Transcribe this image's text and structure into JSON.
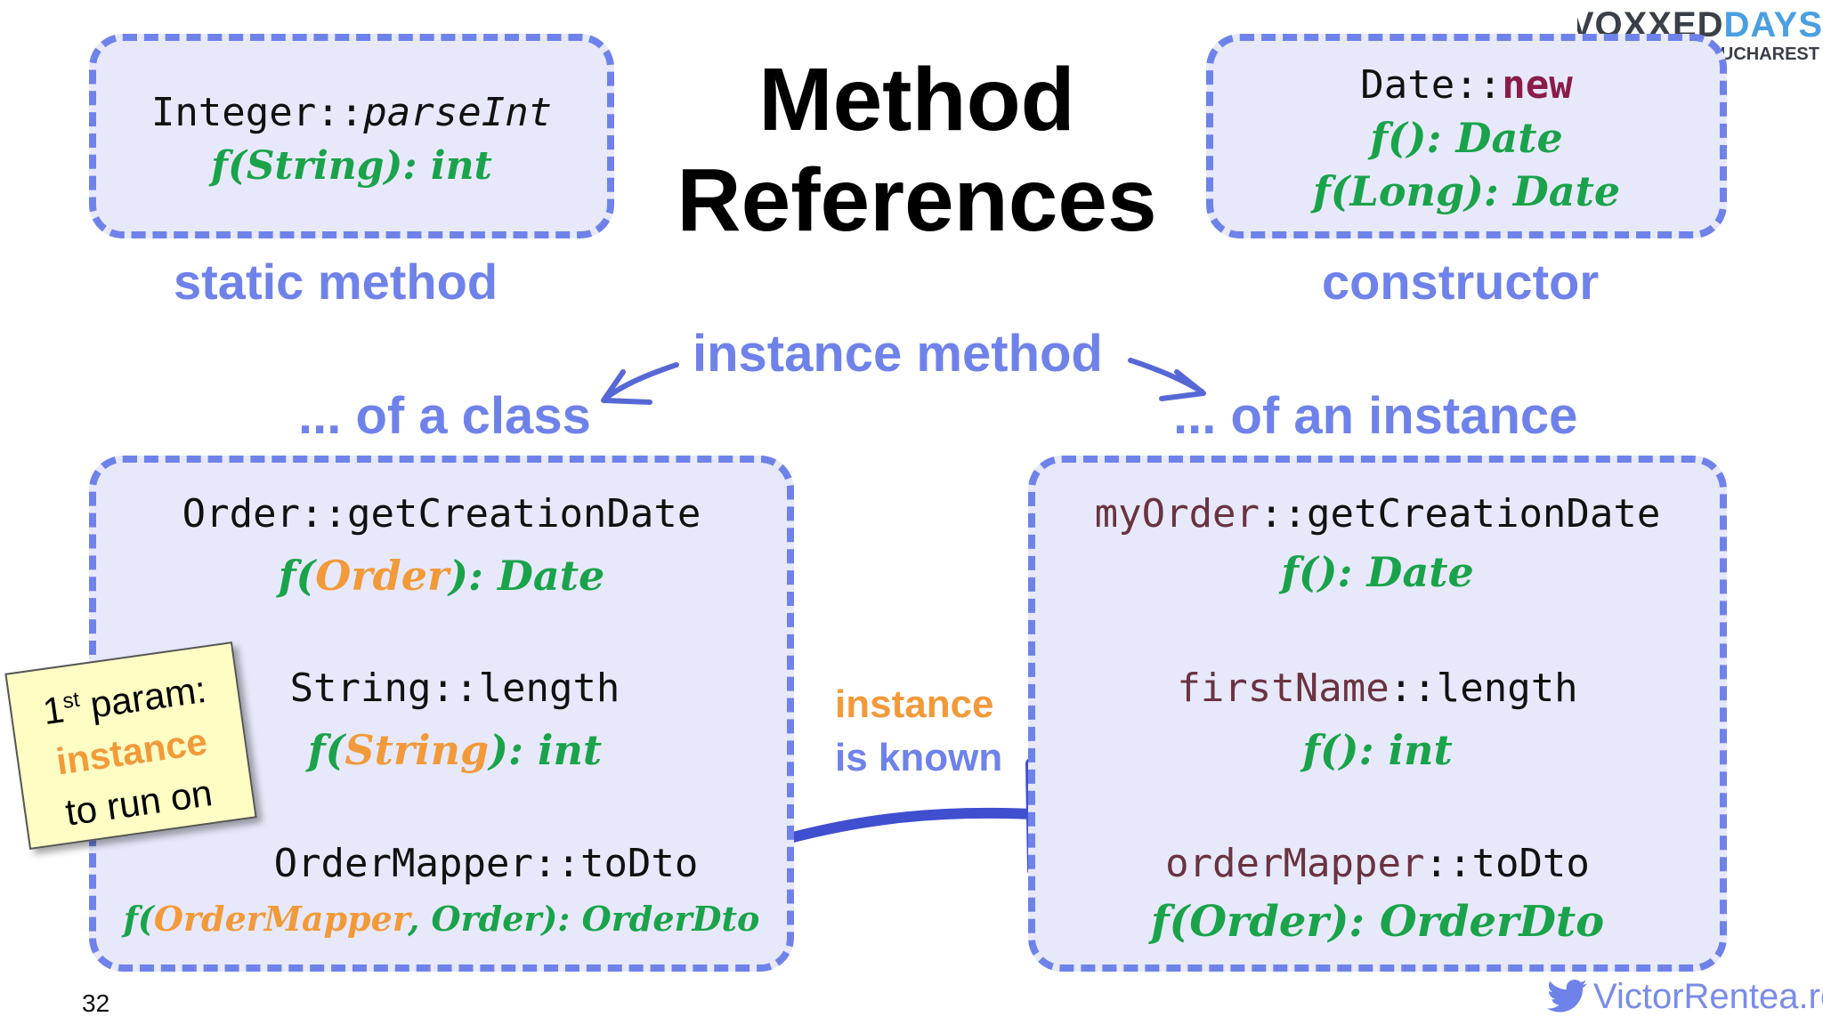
{
  "title_line1": "Method",
  "title_line2": "References",
  "logo": {
    "part1": "VOXXED",
    "part2": "DAYS",
    "city": "UCHAREST"
  },
  "static_box": {
    "code_class": "Integer",
    "code_sep": "::",
    "code_method": "parseInt",
    "sig_prefix": "f(",
    "sig_arg": "String",
    "sig_suffix": "): int"
  },
  "constructor_box": {
    "code_class": "Date",
    "code_sep": "::",
    "code_method": "new",
    "sig1": "f(): Date",
    "sig2_prefix": "f(",
    "sig2_arg": "Long",
    "sig2_suffix": "): Date"
  },
  "labels": {
    "static": "static method",
    "constructor": "constructor",
    "instance": "instance method",
    "of_class": "... of a class",
    "of_instance": "... of an instance"
  },
  "class_box": {
    "rows": [
      {
        "code": "Order::getCreationDate",
        "sig_prefix": "f(",
        "sig_arg": "Order",
        "sig_suffix": "): Date"
      },
      {
        "code": "String::length",
        "sig_prefix": "f(",
        "sig_arg": "String",
        "sig_suffix": "): int"
      },
      {
        "code": "OrderMapper::toDto",
        "sig_prefix": "f(",
        "sig_arg": "OrderMapper",
        "sig_mid": ", Order",
        "sig_suffix": "): OrderDto"
      }
    ]
  },
  "instance_box": {
    "rows": [
      {
        "var": "myOrder",
        "code": "::getCreationDate",
        "sig": "f(): Date"
      },
      {
        "var": "firstName",
        "code": "::length",
        "sig": "f(): int"
      },
      {
        "var": "orderMapper",
        "code": "::toDto",
        "sig": "f(Order): OrderDto"
      }
    ]
  },
  "note": {
    "line1_pre": "1",
    "line1_sup": "st",
    "line1_post": " param:",
    "line2": "instance",
    "line3": "to run on"
  },
  "middle": {
    "line1": "instance",
    "line2": "is known"
  },
  "page_number": "32",
  "footer": "VictorRentea.ro",
  "colors": {
    "accent": "#6f82ea",
    "green": "#1aa34a",
    "orange": "#f29a3a",
    "box_bg": "#e7e9fb"
  }
}
